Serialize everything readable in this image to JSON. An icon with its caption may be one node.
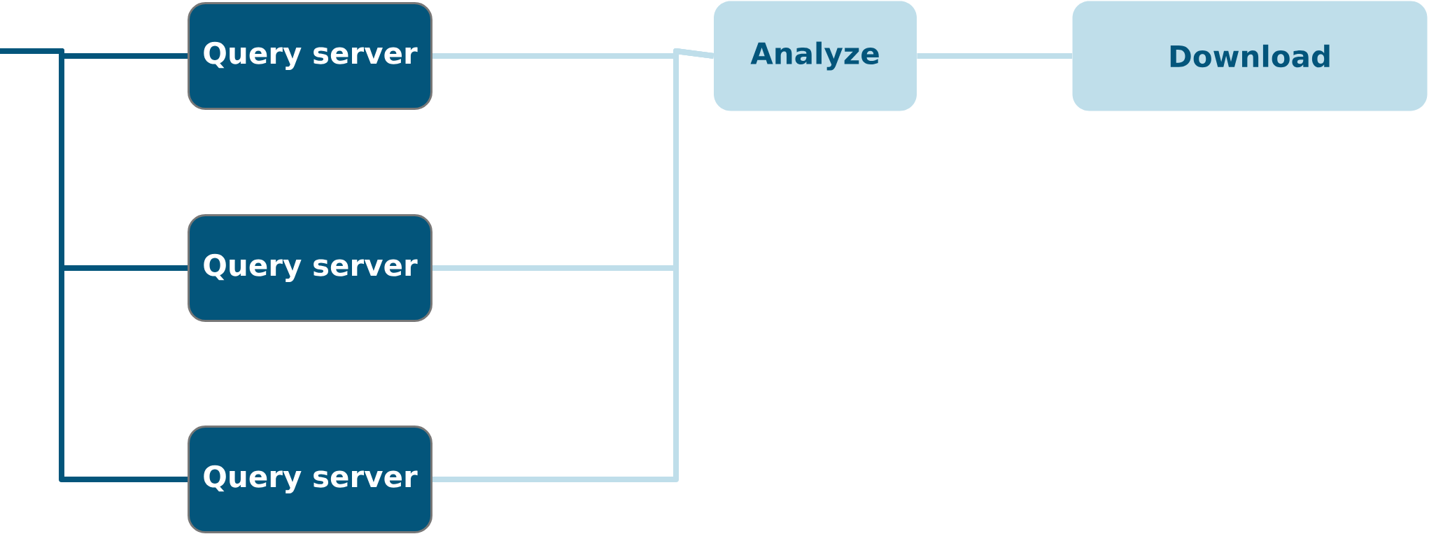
{
  "diagram": {
    "nodes": [
      {
        "text": [
          "Query server"
        ]
      },
      {
        "text": [
          "Query server"
        ]
      },
      {
        "text": [
          "Query server"
        ]
      },
      {
        "text": [
          "Analyze"
        ]
      },
      {
        "text": [
          "Download"
        ]
      }
    ],
    "edges": [
      {
        "from": null,
        "to": 0,
        "arrow": "none",
        "color": "#03557b"
      },
      {
        "from": null,
        "to": 1,
        "arrow": "none",
        "color": "#03557b"
      },
      {
        "from": null,
        "to": 2,
        "arrow": "none",
        "color": "#03557b"
      },
      {
        "from": 0,
        "to": 3,
        "arrow": "none",
        "color": "#bfdeea"
      },
      {
        "from": 1,
        "to": 3,
        "arrow": "none",
        "color": "#bfdeea"
      },
      {
        "from": 2,
        "to": 3,
        "arrow": "none",
        "color": "#bfdeea"
      },
      {
        "from": 3,
        "to": 4,
        "arrow": "none",
        "color": "#bfdeea"
      }
    ]
  }
}
